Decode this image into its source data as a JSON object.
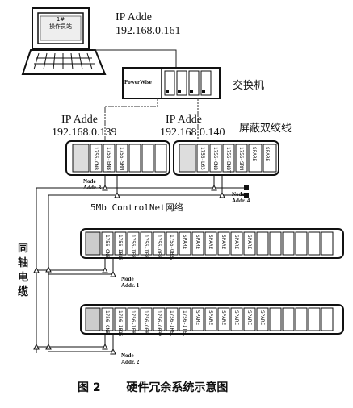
{
  "pc": {
    "ip_label": "IP Adde",
    "ip_value": "192.168.0.161",
    "screen_text_line1": "1#",
    "screen_text_line2": "操作员站"
  },
  "switch": {
    "label": "交换机",
    "brand_text": "PowerWise"
  },
  "controller_left": {
    "ip_label": "IP Adde",
    "ip_value": "192.168.0.139",
    "node_label": "Node",
    "node_addr": "Addr. 3",
    "modules": [
      "1756-CNB",
      "1756-ENBT",
      "1756-SRM"
    ]
  },
  "controller_right": {
    "ip_label": "IP Adde",
    "ip_value": "192.168.0.140",
    "node_label": "Node",
    "node_addr": "Addr. 4",
    "modules": [
      "1756-L63",
      "1756-CNB",
      "1756-ENBT",
      "1756-SRM",
      "SPARE",
      "SPARE"
    ]
  },
  "shielded_cable_label": "屏蔽双绞线",
  "network_label": "5Mb ControlNet网络",
  "coax_label": [
    "同",
    "轴",
    "电",
    "缆"
  ],
  "io_rack_1": {
    "node_label": "Node",
    "node_addr": "Addr. 1",
    "modules": [
      "1756-CNB",
      "1756-IB16",
      "1756-IF8",
      "1756-IF8",
      "1756-OF8",
      "1756-OB32",
      "SPARE",
      "SPARE",
      "SPARE",
      "SPARE",
      "SPARE",
      "SPARE"
    ]
  },
  "io_rack_2": {
    "node_label": "Node",
    "node_addr": "Addr. 2",
    "modules": [
      "1756-CNB",
      "1756-IB16",
      "1756-IF8",
      "1756-OF8",
      "1756-OB32",
      "1756-IR6I",
      "1756-IT6I",
      "SPARE",
      "SPARE",
      "SPARE",
      "SPARE",
      "SPARE",
      "SPARE"
    ]
  },
  "caption": {
    "number": "图 2",
    "title": "硬件冗余系统示意图"
  }
}
